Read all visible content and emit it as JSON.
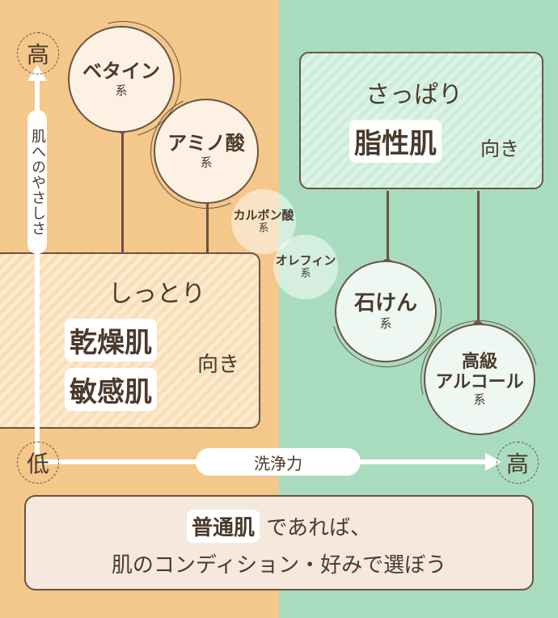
{
  "colors": {
    "left_bg": "#f4c78a",
    "right_bg": "#a9dcbf",
    "ink": "#4a3a2c"
  },
  "axes": {
    "y_high": "高",
    "y_label": "肌へのやさしさ",
    "origin": "低",
    "x_label": "洗浄力",
    "x_high": "高"
  },
  "moist_panel": {
    "tagline": "しっとり",
    "skin_types": [
      "乾燥肌",
      "敏感肌"
    ],
    "suffix": "向き"
  },
  "fresh_panel": {
    "tagline": "さっぱり",
    "skin_type": "脂性肌",
    "suffix": "向き"
  },
  "cleansers": [
    {
      "name": "ベタイン",
      "kei": "系"
    },
    {
      "name": "アミノ酸",
      "kei": "系"
    },
    {
      "name": "カルボン酸",
      "kei": "系"
    },
    {
      "name": "オレフィン",
      "kei": "系"
    },
    {
      "name": "石けん",
      "kei": "系"
    },
    {
      "name": "高級アルコール",
      "name_line1": "高級",
      "name_line2": "アルコール",
      "kei": "系"
    }
  ],
  "bottom_note": {
    "highlight": "普通肌",
    "line1_rest": "であれば、",
    "line2": "肌のコンディション・好みで選ぼう"
  }
}
